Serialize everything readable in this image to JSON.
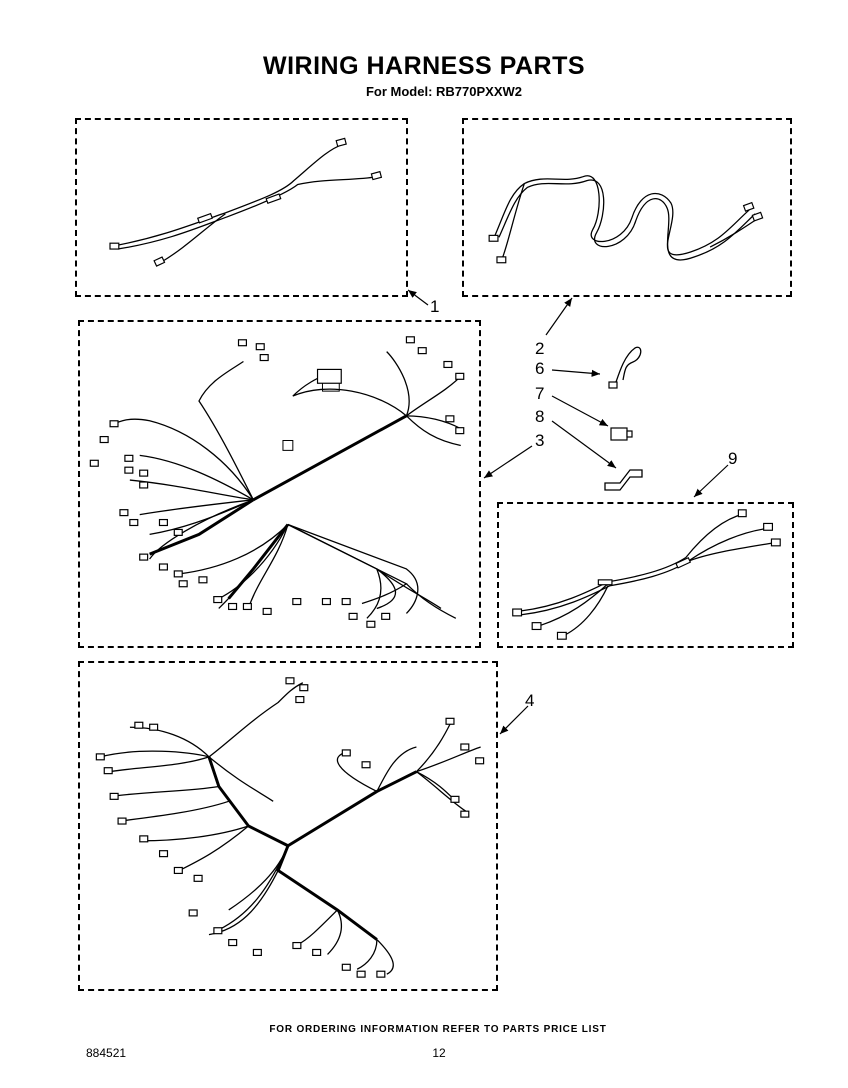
{
  "header": {
    "title": "WIRING HARNESS PARTS",
    "subtitle": "For Model: RB770PXXW2"
  },
  "callouts": {
    "c1": "1",
    "c2": "2",
    "c3": "3",
    "c4": "4",
    "c6": "6",
    "c7": "7",
    "c8": "8",
    "c9": "9"
  },
  "footer": {
    "ordering_note": "FOR ORDERING INFORMATION REFER TO PARTS PRICE LIST",
    "doc_number": "884521",
    "page_number": "12"
  }
}
